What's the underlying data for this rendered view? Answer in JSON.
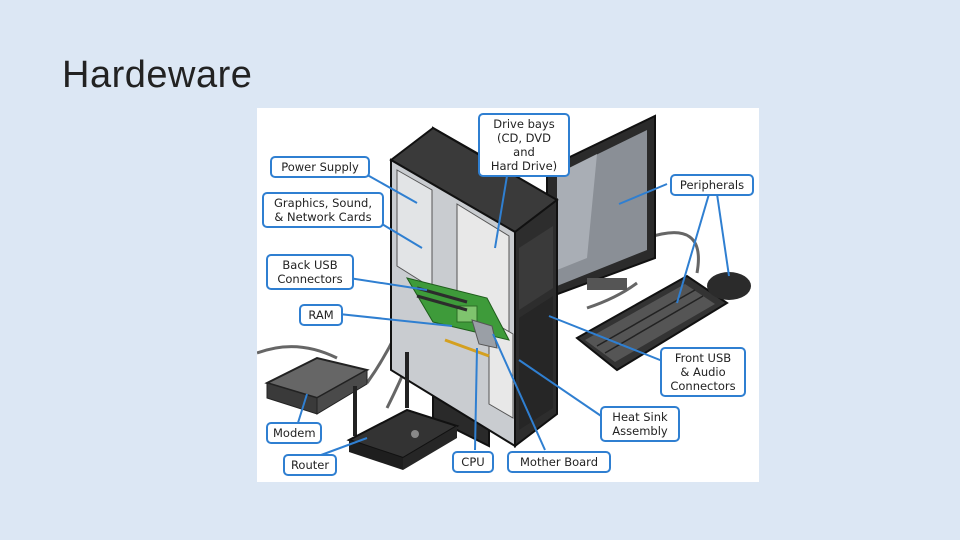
{
  "slide": {
    "title": "Hardeware"
  },
  "callouts": {
    "power_supply": "Power Supply",
    "graphics_cards": "Graphics, Sound,\n& Network Cards",
    "back_usb": "Back USB\nConnectors",
    "ram": "RAM",
    "modem": "Modem",
    "router": "Router",
    "cpu": "CPU",
    "mother_board": "Mother Board",
    "heat_sink": "Heat Sink\nAssembly",
    "front_usb": "Front USB\n& Audio\nConnectors",
    "peripherals": "Peripherals",
    "drive_bays": "Drive bays\n(CD, DVD and\nHard Drive)"
  },
  "colors": {
    "callout_border": "#2f7fd1",
    "background": "#dce7f4",
    "board_green": "#3e9b3a"
  }
}
